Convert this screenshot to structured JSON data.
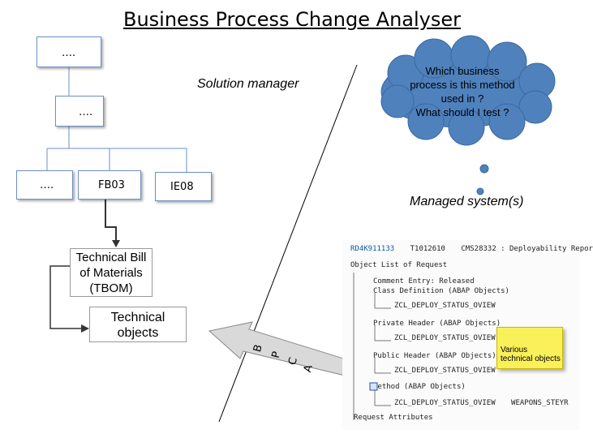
{
  "title": "Business Process Change Analyser",
  "tree": {
    "root": "….",
    "level2": "….",
    "leaf_left": "….",
    "leaf_fb03": "FB03",
    "leaf_ie08": "IE08"
  },
  "solution_manager_label": "Solution manager",
  "cloud": {
    "line1": "Which business",
    "line2": "process is this method",
    "line3": "used in ?",
    "line4": "What should I test ?",
    "color": "#4f81bd"
  },
  "managed_system_label": "Managed system(s)",
  "tbom": {
    "line1": "Technical Bill",
    "line2": "of Materials",
    "line3": "(TBOM)"
  },
  "tech_objects": {
    "line1": "Technical",
    "line2": "objects"
  },
  "arrow_letters": [
    "B",
    "P",
    "C",
    "A"
  ],
  "sap": {
    "header_id": "RD4K911133",
    "header_mid": "T1012610",
    "header_right": "CMS28332 : Deployability Repor",
    "rows": [
      "Object List of Request",
      "Comment Entry: Released",
      "Class Definition (ABAP Objects)",
      "ZCL_DEPLOY_STATUS_OVIEW",
      "Private Header (ABAP Objects)",
      "ZCL_DEPLOY_STATUS_OVIEW",
      "Public Header (ABAP Objects)",
      "ZCL_DEPLOY_STATUS_OVIEW",
      "Method (ABAP Objects)",
      "ZCL_DEPLOY_STATUS_OVIEW",
      "Request Attributes"
    ],
    "method_suffix": "WEAPONS_STEYR"
  },
  "sticky": {
    "line1": "Various",
    "line2": "technical objects"
  }
}
